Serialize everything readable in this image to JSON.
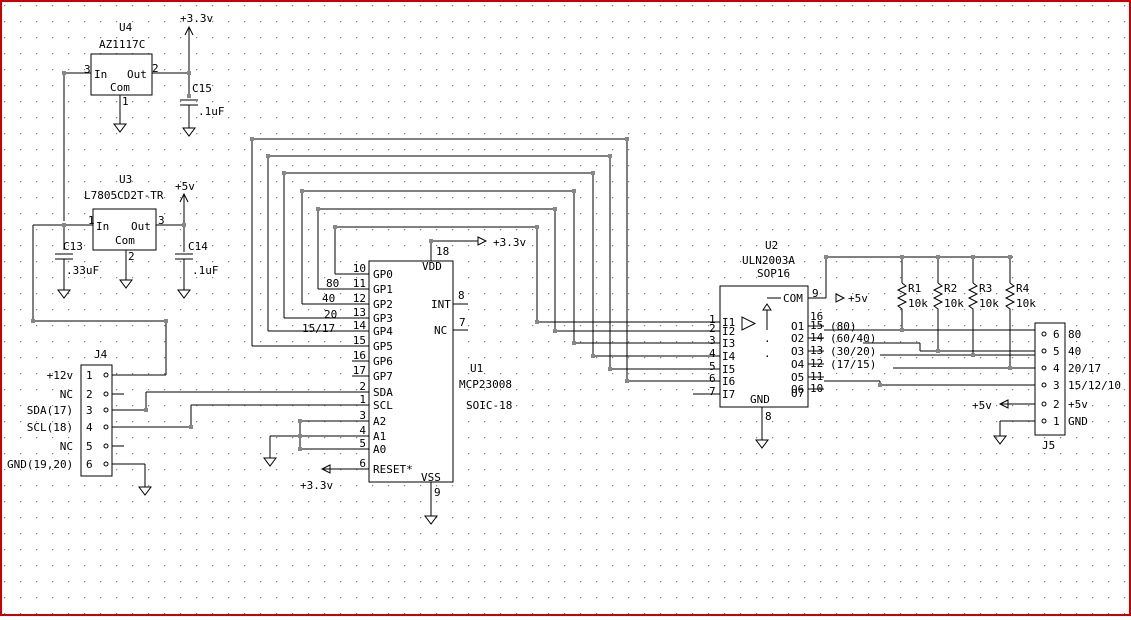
{
  "colors": {
    "background": "#ffffff",
    "grid_dot": "#808080",
    "wire": "#000000",
    "frame": "#cc0000",
    "node": "#888888"
  },
  "u4": {
    "ref": "U4",
    "part": "AZ1117C",
    "pin_in": "In",
    "pin_out": "Out",
    "pin_com": "Com",
    "n_in": "3",
    "n_out": "2",
    "n_com": "1"
  },
  "c15": {
    "ref": "C15",
    "value": ".1uF"
  },
  "u3": {
    "ref": "U3",
    "part": "L7805CD2T-TR",
    "pin_in": "In",
    "pin_out": "Out",
    "pin_com": "Com",
    "n_in": "1",
    "n_out": "3",
    "n_com": "2"
  },
  "c13": {
    "ref": "C13",
    "value": ".33uF"
  },
  "c14": {
    "ref": "C14",
    "value": ".1uF"
  },
  "rails": {
    "v33_a": "+3.3v",
    "v5_a": "+5v",
    "v33_b": "+3.3v",
    "v33_c": "+3.3v",
    "v5_b": "+5v",
    "v5_c": "+5v"
  },
  "u1": {
    "ref": "U1",
    "part": "MCP23008",
    "package": "SOIC-18",
    "vdd": "VDD",
    "vdd_n": "18",
    "vss": "VSS",
    "vss_n": "9",
    "int": "INT",
    "int_n": "8",
    "nc": "NC",
    "nc_n": "7",
    "left_pins": [
      {
        "n": "10",
        "l": "GP0"
      },
      {
        "n": "11",
        "l": "GP1"
      },
      {
        "n": "12",
        "l": "GP2"
      },
      {
        "n": "13",
        "l": "GP3"
      },
      {
        "n": "14",
        "l": "GP4"
      },
      {
        "n": "15",
        "l": "GP5"
      },
      {
        "n": "16",
        "l": "GP6"
      },
      {
        "n": "17",
        "l": "GP7"
      },
      {
        "n": "2",
        "l": "SDA"
      },
      {
        "n": "1",
        "l": "SCL"
      },
      {
        "n": "3",
        "l": "A2"
      },
      {
        "n": "4",
        "l": "A1"
      },
      {
        "n": "5",
        "l": "A0"
      },
      {
        "n": "6",
        "l": "RESET*"
      }
    ]
  },
  "net_labels": [
    "80",
    "40",
    "20",
    "15/17"
  ],
  "u2": {
    "ref": "U2",
    "part": "ULN2003A",
    "package": "SOP16",
    "com": "COM",
    "com_n": "9",
    "gnd": "GND",
    "gnd_n": "8",
    "com_right_n": "16",
    "inputs": [
      {
        "n": "1",
        "l": "I1"
      },
      {
        "n": "2",
        "l": "I2"
      },
      {
        "n": "3",
        "l": "I3"
      },
      {
        "n": "4",
        "l": "I4"
      },
      {
        "n": "5",
        "l": "I5"
      },
      {
        "n": "6",
        "l": "I6"
      },
      {
        "n": "7",
        "l": "I7"
      }
    ],
    "outputs": [
      {
        "n": "15",
        "l": "O1",
        "note": "(80)"
      },
      {
        "n": "14",
        "l": "O2",
        "note": "(60/40)"
      },
      {
        "n": "13",
        "l": "O3",
        "note": "(30/20)"
      },
      {
        "n": "12",
        "l": "O4",
        "note": "(17/15)"
      },
      {
        "n": "11",
        "l": "O5",
        "note": ""
      },
      {
        "n": "10",
        "l": "O6",
        "note": ""
      },
      {
        "n": "",
        "l": "O7",
        "note": ""
      }
    ]
  },
  "resistors": [
    {
      "ref": "R1",
      "value": "10k"
    },
    {
      "ref": "R2",
      "value": "10k"
    },
    {
      "ref": "R3",
      "value": "10k"
    },
    {
      "ref": "R4",
      "value": "10k"
    }
  ],
  "j4": {
    "ref": "J4",
    "pins": [
      {
        "n": "1",
        "l": "+12v"
      },
      {
        "n": "2",
        "l": "NC"
      },
      {
        "n": "3",
        "l": "SDA(17)"
      },
      {
        "n": "4",
        "l": "SCL(18)"
      },
      {
        "n": "5",
        "l": "NC"
      },
      {
        "n": "6",
        "l": "GND(19,20)"
      }
    ]
  },
  "j5": {
    "ref": "J5",
    "pins": [
      {
        "n": "6",
        "l": "80"
      },
      {
        "n": "5",
        "l": "40"
      },
      {
        "n": "4",
        "l": "20/17"
      },
      {
        "n": "3",
        "l": "15/12/10"
      },
      {
        "n": "2",
        "l": "+5v"
      },
      {
        "n": "1",
        "l": "GND"
      }
    ]
  }
}
